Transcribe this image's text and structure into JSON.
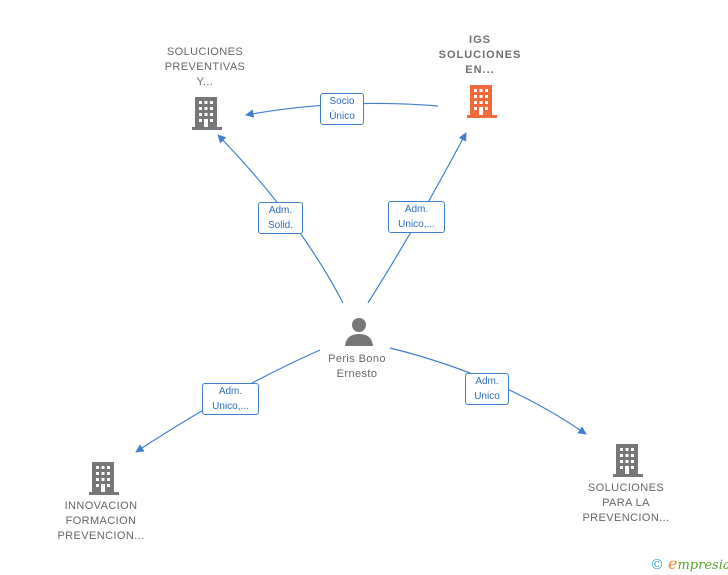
{
  "nodes": {
    "soluciones_preventivas": {
      "lines": [
        "SOLUCIONES",
        "PREVENTIVAS",
        "Y..."
      ]
    },
    "igs": {
      "lines": [
        "IGS",
        "SOLUCIONES",
        "EN..."
      ]
    },
    "person": {
      "lines": [
        "Peris Bono",
        "Ernesto"
      ]
    },
    "innovacion": {
      "lines": [
        "INNOVACION",
        "FORMACION",
        "PREVENCION..."
      ]
    },
    "soluciones_prevencion": {
      "lines": [
        "SOLUCIONES",
        "PARA LA",
        "PREVENCION..."
      ]
    }
  },
  "edges": {
    "socio_unico": {
      "lines": [
        "Socio",
        "Único"
      ]
    },
    "adm_solid": {
      "lines": [
        "Adm.",
        "Solid."
      ]
    },
    "adm_unico_igs": {
      "lines": [
        "Adm.",
        "Unico,..."
      ]
    },
    "adm_unico_innovacion": {
      "lines": [
        "Adm.",
        "Unico,..."
      ]
    },
    "adm_unico_prevencion": {
      "lines": [
        "Adm.",
        "Unico"
      ]
    }
  },
  "colors": {
    "edge": "#3f7fd0",
    "building": "#777777",
    "highlight": "#f26a3c",
    "person": "#777777"
  },
  "brand": {
    "copyright": "©",
    "initial": "e",
    "rest": "mpresia"
  }
}
